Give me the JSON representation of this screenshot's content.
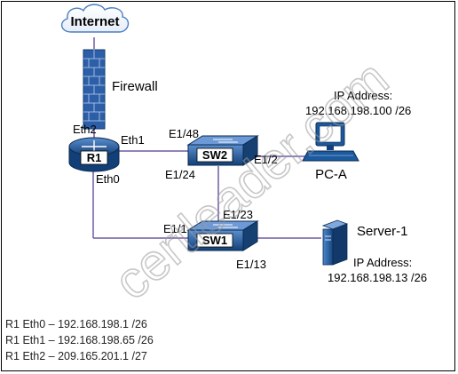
{
  "nodes": {
    "internet": "Internet",
    "firewall": "Firewall",
    "r1": "R1",
    "sw2": "SW2",
    "sw1": "SW1",
    "pc": "PC-A",
    "server": "Server-1"
  },
  "ports": {
    "r1_eth2": "Eth2",
    "r1_eth1": "Eth1",
    "r1_eth0": "Eth0",
    "sw2_e148": "E1/48",
    "sw2_e124": "E1/24",
    "sw2_e12": "E1/2",
    "sw2_e123": "E1/23",
    "sw1_e11": "E1/1",
    "sw1_e113": "E1/13"
  },
  "pc_ip": {
    "label": "IP Address:",
    "value": "192.168.198.100 /26"
  },
  "server_ip": {
    "label": "IP Address:",
    "value": "192.168.198.13 /26"
  },
  "config_lines": [
    "R1 Eth0 – 192.168.198.1 /26",
    "R1 Eth1 – 192.168.198.65 /26",
    "R1 Eth2 – 209.165.201.1 /27"
  ],
  "watermark": "certleader.com",
  "colors": {
    "device_blue": "#1c5a9e",
    "device_dark": "#0f3a6e",
    "firewall_blue": "#2d5fa8",
    "cloud_outline": "#4a7fc1",
    "link": "#6f5aa3"
  }
}
